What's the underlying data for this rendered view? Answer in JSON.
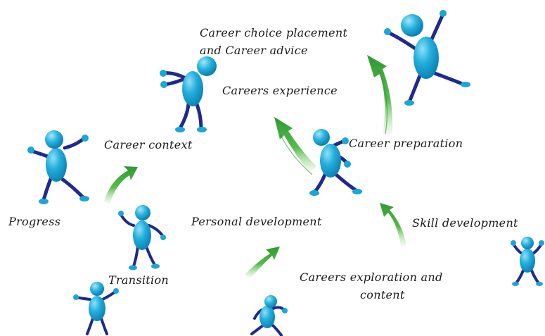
{
  "labels": {
    "career_choice_line1": "Career choice placement",
    "career_choice_line2": "and Career advice",
    "careers_experience": "Careers experience",
    "career_context": "Career context",
    "career_preparation": "Career preparation",
    "progress": "Progress",
    "personal_development": "Personal development",
    "skill_development": "Skill development",
    "transition": "Transition",
    "careers_exploration_line1": "Careers exploration and",
    "careers_exploration_line2": "content"
  },
  "colors": {
    "figure_body": "#1aa6d6",
    "figure_highlight": "#7fd6f2",
    "limbs": "#1f2a8a",
    "arrow_green": "#3fae3c",
    "arrow_dark": "#2b8a2f",
    "text": "#1a1a1a"
  },
  "icons": [
    "stick-figure-jumping-icon",
    "stick-figure-running-icon",
    "stick-figure-standing-icon",
    "green-swoosh-arrow-icon"
  ]
}
